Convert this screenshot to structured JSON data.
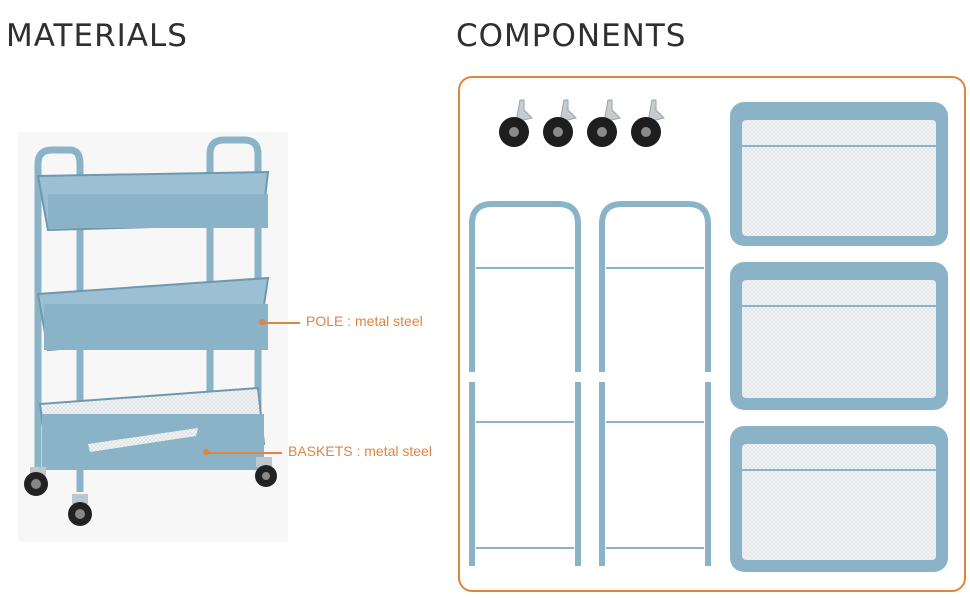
{
  "headings": {
    "materials": "MATERIALS",
    "components": "COMPONENTS"
  },
  "callouts": {
    "pole": "POLE : metal steel",
    "baskets": "BASKETS : metal steel"
  },
  "colors": {
    "accent": "#e0843f",
    "cart_blue": "#8bb3c8",
    "cart_dark": "#6f98ae",
    "text": "#2f2f2f"
  },
  "components": {
    "wheels": 4,
    "frames": 2,
    "baskets": 3
  }
}
